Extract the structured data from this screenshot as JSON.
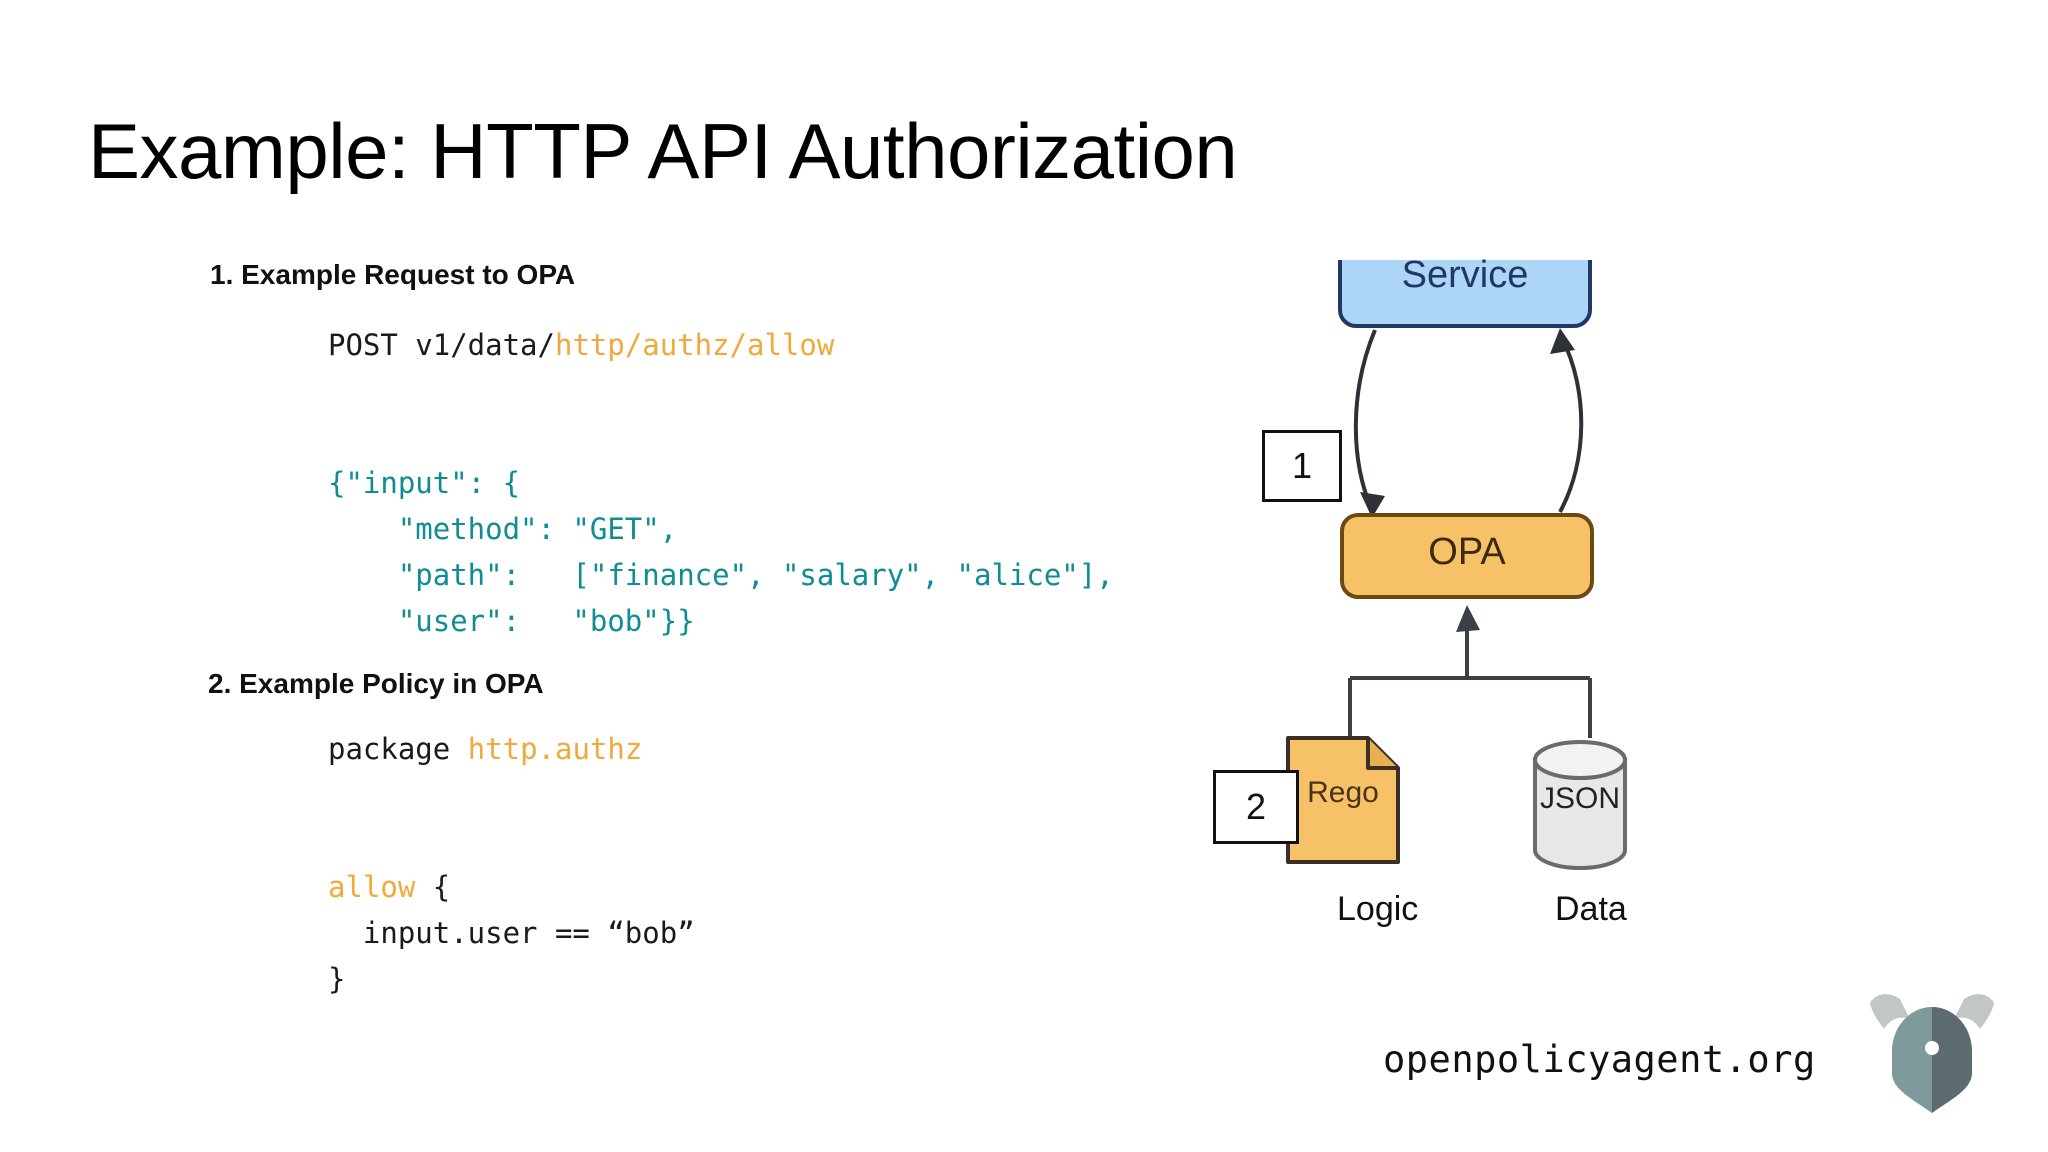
{
  "slide": {
    "title": "Example: HTTP API Authorization"
  },
  "sections": [
    {
      "heading": "1. Example Request to OPA",
      "code": {
        "request_line_method": "POST v1/data/",
        "request_line_path": "http/authz/allow",
        "body_lines": [
          "{\"input\": {",
          "    \"method\": \"GET\",",
          "    \"path\":   [\"finance\", \"salary\", \"alice\"],",
          "    \"user\":   \"bob\"}}"
        ]
      }
    },
    {
      "heading": "2. Example Policy in OPA",
      "code": {
        "package_keyword": "package ",
        "package_name": "http.authz",
        "rule_keyword": "allow",
        "rule_open": " {",
        "rule_body": "  input.user == “bob”",
        "rule_close": "}"
      }
    }
  ],
  "diagram": {
    "nodes": {
      "service": "Service",
      "opa": "OPA",
      "rego": "Rego",
      "json": "JSON"
    },
    "captions": {
      "logic": "Logic",
      "data": "Data"
    },
    "callouts": {
      "one": "1",
      "two": "2"
    },
    "colors": {
      "service_fill": "#ADD5F7",
      "service_stroke": "#1F3864",
      "opa_fill": "#F7C267",
      "opa_stroke": "#6B4A12",
      "rego_fill": "#F7C267",
      "json_fill": "#E8E8E8",
      "connector": "#3B3F46"
    }
  },
  "footer": {
    "url": "openpolicyagent.org",
    "logo_colors": {
      "helmet_left": "#7E9A9A",
      "helmet_right": "#5B6B70",
      "horns": "#C3C6C6",
      "dot": "#FFFFFF"
    }
  },
  "syntax_colors": {
    "path_orange": "#F0A93C",
    "json_teal": "#0F8C94",
    "plain_black": "#1A1A1A"
  }
}
